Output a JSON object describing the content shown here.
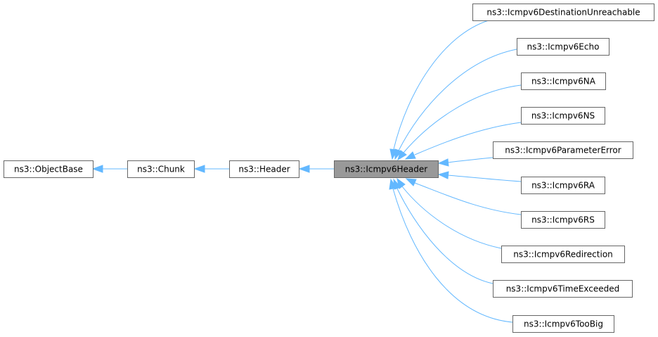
{
  "diagram": {
    "title": "Inheritance diagram for ns3::Icmpv6Header",
    "edge_color": "#63b8ff",
    "highlight_fill": "#999999",
    "nodes": {
      "objectbase": "ns3::ObjectBase",
      "chunk": "ns3::Chunk",
      "header": "ns3::Header",
      "icmpv6header": "ns3::Icmpv6Header",
      "destunreach": "ns3::Icmpv6DestinationUnreachable",
      "echo": "ns3::Icmpv6Echo",
      "na": "ns3::Icmpv6NA",
      "ns": "ns3::Icmpv6NS",
      "paramerror": "ns3::Icmpv6ParameterError",
      "ra": "ns3::Icmpv6RA",
      "rs": "ns3::Icmpv6RS",
      "redirection": "ns3::Icmpv6Redirection",
      "timeexceeded": "ns3::Icmpv6TimeExceeded",
      "toobig": "ns3::Icmpv6TooBig"
    },
    "inheritance": [
      {
        "child": "ns3::Chunk",
        "parent": "ns3::ObjectBase"
      },
      {
        "child": "ns3::Header",
        "parent": "ns3::Chunk"
      },
      {
        "child": "ns3::Icmpv6Header",
        "parent": "ns3::Header"
      },
      {
        "child": "ns3::Icmpv6DestinationUnreachable",
        "parent": "ns3::Icmpv6Header"
      },
      {
        "child": "ns3::Icmpv6Echo",
        "parent": "ns3::Icmpv6Header"
      },
      {
        "child": "ns3::Icmpv6NA",
        "parent": "ns3::Icmpv6Header"
      },
      {
        "child": "ns3::Icmpv6NS",
        "parent": "ns3::Icmpv6Header"
      },
      {
        "child": "ns3::Icmpv6ParameterError",
        "parent": "ns3::Icmpv6Header"
      },
      {
        "child": "ns3::Icmpv6RA",
        "parent": "ns3::Icmpv6Header"
      },
      {
        "child": "ns3::Icmpv6RS",
        "parent": "ns3::Icmpv6Header"
      },
      {
        "child": "ns3::Icmpv6Redirection",
        "parent": "ns3::Icmpv6Header"
      },
      {
        "child": "ns3::Icmpv6TimeExceeded",
        "parent": "ns3::Icmpv6Header"
      },
      {
        "child": "ns3::Icmpv6TooBig",
        "parent": "ns3::Icmpv6Header"
      }
    ]
  }
}
